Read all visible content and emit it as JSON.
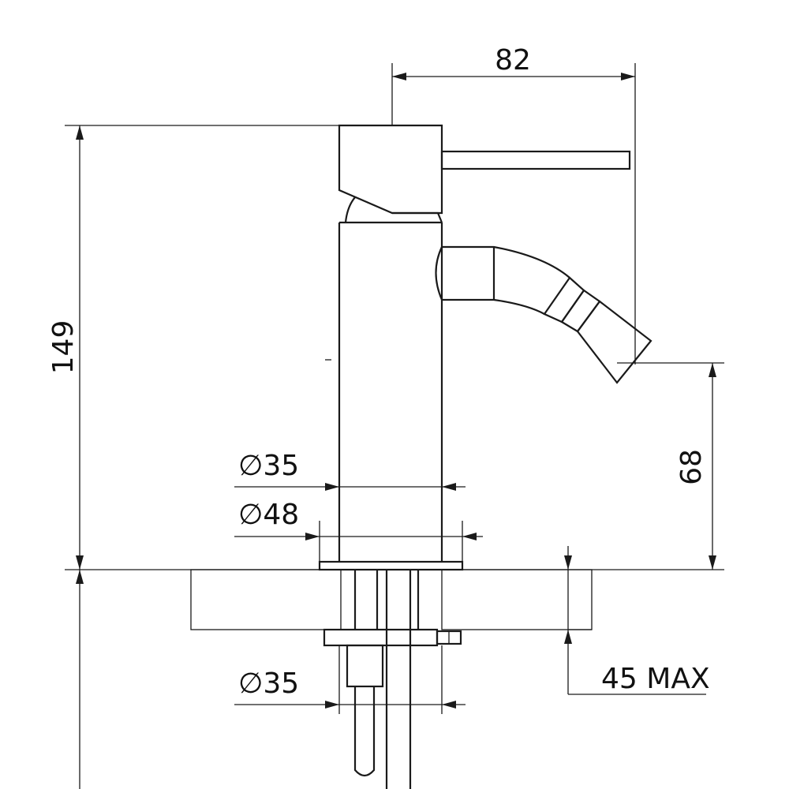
{
  "dimensions": {
    "spout_reach": "82",
    "total_height": "149",
    "spout_height": "68",
    "body_diameter": "∅35",
    "base_diameter": "∅48",
    "shank_diameter": "∅35",
    "max_deck_thickness": "45 MAX"
  },
  "colors": {
    "line": "#1a1a1a",
    "background": "#ffffff",
    "hatch": "#5a5a5a"
  }
}
